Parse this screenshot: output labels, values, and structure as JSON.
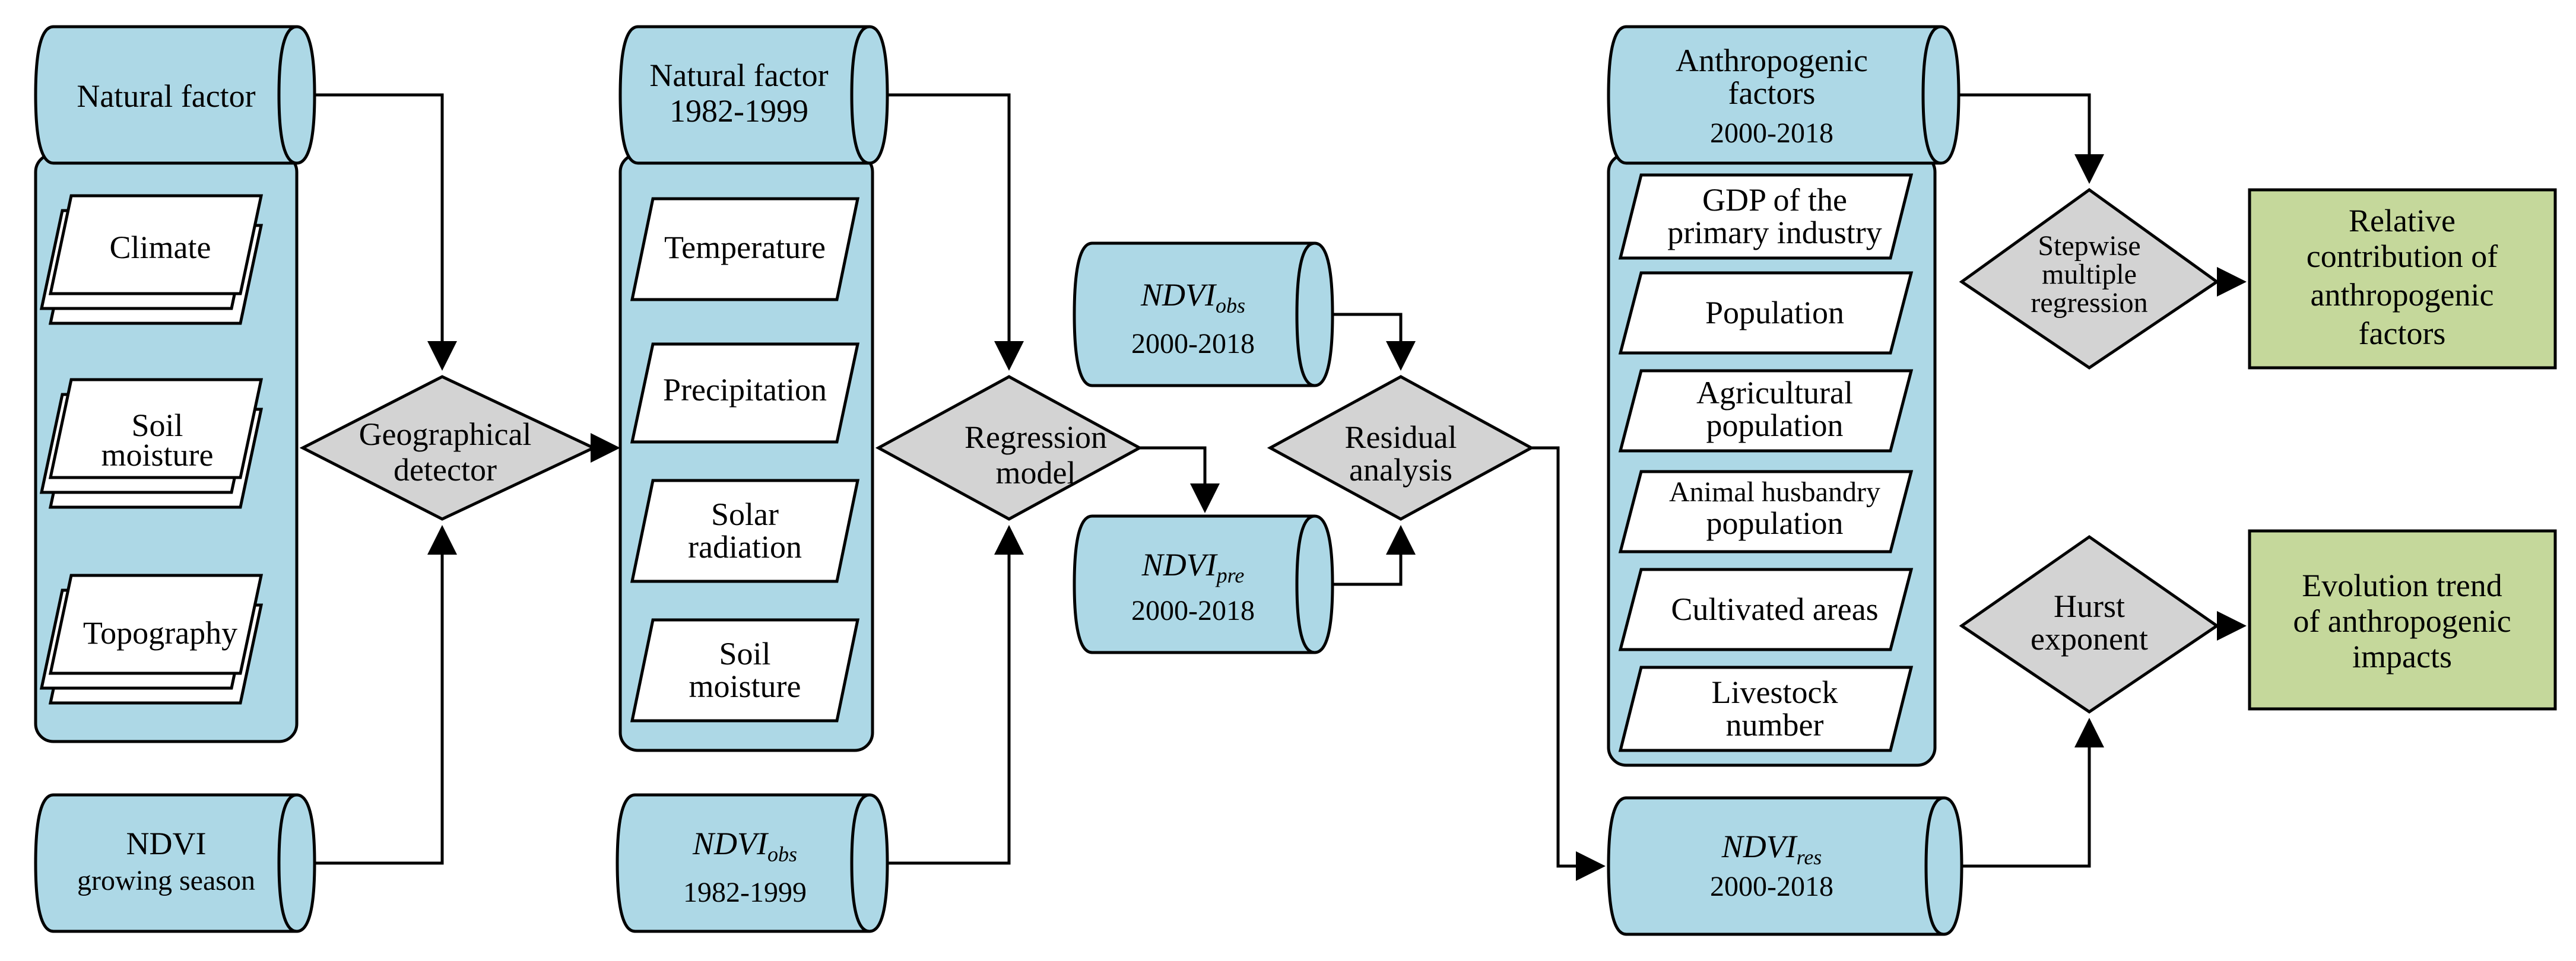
{
  "nodes": {
    "nf1": {
      "title": "Natural factor"
    },
    "climate": "Climate",
    "soil1": {
      "l1": "Soil",
      "l2": "moisture"
    },
    "topography": "Topography",
    "ndvi_gs": {
      "l1": "NDVI",
      "l2": "growing season"
    },
    "geo_detector": {
      "l1": "Geographical",
      "l2": "detector"
    },
    "nf2": {
      "l1": "Natural factor",
      "l2": "1982-1999"
    },
    "temperature": "Temperature",
    "precipitation": "Precipitation",
    "solar": {
      "l1": "Solar",
      "l2": "radiation"
    },
    "soil2": {
      "l1": "Soil",
      "l2": "moisture"
    },
    "ndvi_obs1": {
      "main": "NDVI",
      "sub": "obs",
      "years": "1982-1999"
    },
    "regression": {
      "l1": "Regression",
      "l2": "model"
    },
    "ndvi_obs2": {
      "main": "NDVI",
      "sub": "obs",
      "years": "2000-2018"
    },
    "ndvi_pre": {
      "main": "NDVI",
      "sub": "pre",
      "years": "2000-2018"
    },
    "residual": {
      "l1": "Residual",
      "l2": "analysis"
    },
    "anthro": {
      "l1": "Anthropogenic",
      "l2": "factors",
      "l3": "2000-2018"
    },
    "gdp": {
      "l1": "GDP of the",
      "l2": "primary industry"
    },
    "population": "Population",
    "agri_pop": {
      "l1": "Agricultural",
      "l2": "population"
    },
    "animal_pop": {
      "l1": "Animal husbandry",
      "l2": "population"
    },
    "cultivated": "Cultivated areas",
    "livestock": {
      "l1": "Livestock",
      "l2": "number"
    },
    "ndvi_res": {
      "main": "NDVI",
      "sub": "res",
      "years": "2000-2018"
    },
    "stepwise": {
      "l1": "Stepwise",
      "l2": "multiple",
      "l3": "regression"
    },
    "hurst": {
      "l1": "Hurst",
      "l2": "exponent"
    },
    "relative": {
      "l1": "Relative",
      "l2": "contribution of",
      "l3": "anthropogenic",
      "l4": "factors"
    },
    "evolution": {
      "l1": "Evolution trend",
      "l2": "of anthropogenic",
      "l3": "impacts"
    }
  },
  "colors": {
    "cylinder": "#add8e6",
    "decision": "#d3d3d3",
    "output": "#c5d89b",
    "input_card": "#ffffff"
  }
}
